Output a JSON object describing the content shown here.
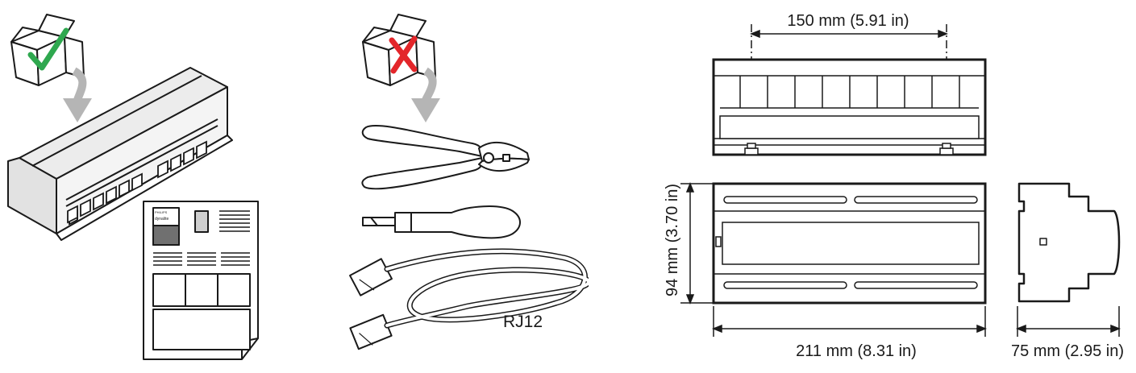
{
  "left": {
    "document_brand": "PHILIPS",
    "document_logo": "dynalite",
    "status": "check"
  },
  "middle": {
    "status": "cross",
    "cable_label": "RJ12"
  },
  "right": {
    "dimensions": {
      "mounting_spacing": "150 mm (5.91 in)",
      "height": "94 mm (3.70 in)",
      "width": "211 mm (8.31 in)",
      "depth": "75 mm (2.95 in)"
    }
  },
  "colors": {
    "check": "#2fa84f",
    "cross": "#e3262a",
    "arrow": "#b5b5b5",
    "line": "#1a1a1a",
    "device_fill": "#ececec",
    "dark_fill": "#707070"
  }
}
